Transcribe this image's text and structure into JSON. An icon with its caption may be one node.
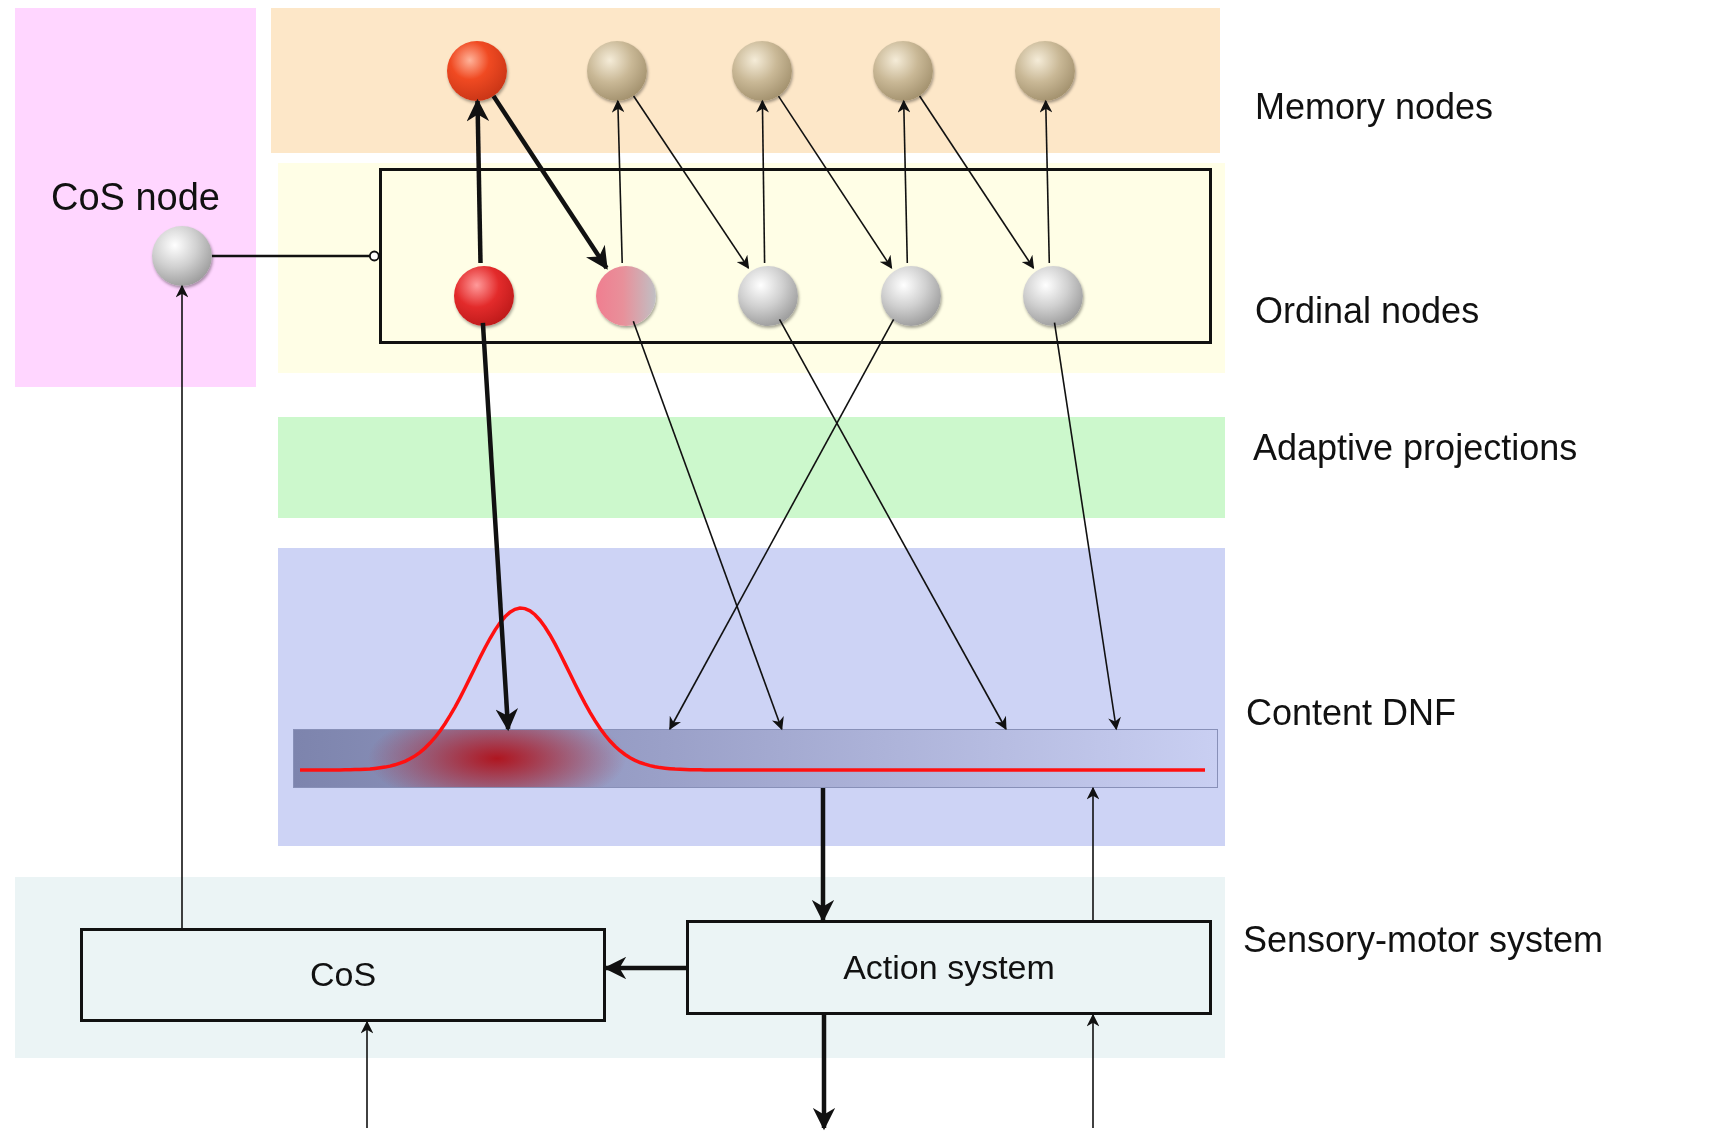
{
  "diagram": {
    "nodes": [
      {
        "text": [
          "CoS node"
        ]
      },
      {
        "text": [],
        "shape": "circle",
        "in": 0
      },
      {
        "text": [
          "Memory nodes"
        ]
      },
      {
        "text": [],
        "shape": "circle",
        "in": 2
      },
      {
        "text": [],
        "shape": "circle",
        "in": 2
      },
      {
        "text": [],
        "shape": "circle",
        "in": 2
      },
      {
        "text": [],
        "shape": "circle",
        "in": 2
      },
      {
        "text": [],
        "shape": "circle",
        "in": 2
      },
      {
        "text": [
          "Ordinal nodes"
        ]
      },
      {
        "text": [],
        "shape": "box",
        "in": 8
      },
      {
        "text": [],
        "shape": "circle",
        "in": 9
      },
      {
        "text": [],
        "shape": "circle",
        "in": 9
      },
      {
        "text": [],
        "shape": "circle",
        "in": 9
      },
      {
        "text": [],
        "shape": "circle",
        "in": 9
      },
      {
        "text": [],
        "shape": "circle",
        "in": 9
      },
      {
        "text": [
          "Content DNF"
        ]
      },
      {
        "text": [],
        "shape": "bar",
        "in": 15
      },
      {
        "text": [
          "Sensory-motor system"
        ]
      },
      {
        "text": [
          "CoS"
        ],
        "in": 17
      },
      {
        "text": [
          "Action system"
        ],
        "in": 17
      }
    ],
    "edges": [
      {
        "from": 10,
        "to": 3,
        "arrow": "to",
        "style": "thick"
      },
      {
        "from": 3,
        "to": 11,
        "arrow": "to",
        "style": "thick"
      },
      {
        "from": 11,
        "to": 4,
        "arrow": "to"
      },
      {
        "from": 4,
        "to": 12,
        "arrow": "to"
      },
      {
        "from": 12,
        "to": 5,
        "arrow": "to"
      },
      {
        "from": 5,
        "to": 13,
        "arrow": "to"
      },
      {
        "from": 13,
        "to": 6,
        "arrow": "to"
      },
      {
        "from": 6,
        "to": 14,
        "arrow": "to"
      },
      {
        "from": 14,
        "to": 7,
        "arrow": "to"
      },
      {
        "from": 1,
        "to": 9,
        "arrow": "other"
      },
      {
        "from": 10,
        "to": 16,
        "arrow": "to",
        "style": "thick"
      },
      {
        "from": 11,
        "to": 16,
        "arrow": "to"
      },
      {
        "from": 12,
        "to": 16,
        "arrow": "to"
      },
      {
        "from": 13,
        "to": 16,
        "arrow": "to"
      },
      {
        "from": 14,
        "to": 16,
        "arrow": "to"
      },
      {
        "from": 16,
        "to": 19,
        "arrow": "to",
        "style": "thick"
      },
      {
        "from": 19,
        "to": 16,
        "arrow": "to"
      },
      {
        "from": 19,
        "to": 18,
        "arrow": "to",
        "style": "thick"
      },
      {
        "from": 18,
        "to": 1,
        "arrow": "to"
      },
      {
        "from": null,
        "to": 18,
        "arrow": "to"
      },
      {
        "from": 19,
        "to": null,
        "arrow": "to",
        "style": "thick"
      },
      {
        "from": null,
        "to": 19,
        "arrow": "to"
      }
    ],
    "labels": [
      "Adaptive projections"
    ]
  }
}
